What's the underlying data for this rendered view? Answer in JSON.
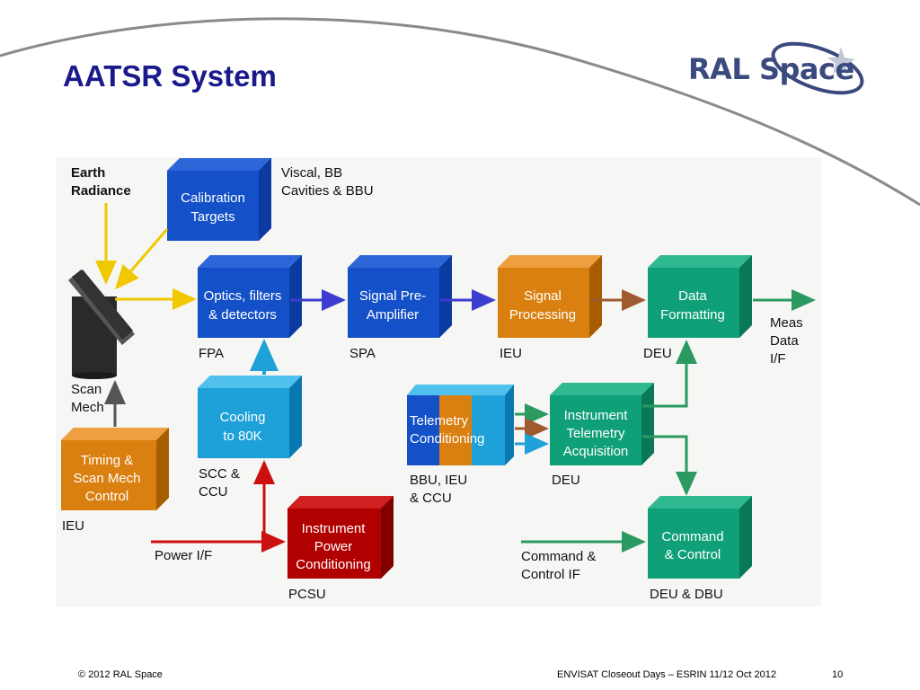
{
  "slide": {
    "title": "AATSR System",
    "logo": "RAL Space",
    "footer_left": "© 2012 RAL Space",
    "footer_center": "ENVISAT Closeout Days – ESRIN 11/12 Oct 2012",
    "page_number": "10"
  },
  "colors": {
    "title": "#1a1a8c",
    "blue_box": "#1450c8",
    "light_blue_box": "#1ea0d8",
    "orange_box": "#d98010",
    "green_box": "#10a078",
    "red_box": "#b00000",
    "yellow_arrow": "#f0c800",
    "blue_arrow": "#3c3cd0",
    "brown_arrow": "#a05a30",
    "green_arrow": "#2a9a60",
    "red_arrow": "#cc1010"
  },
  "diagram": {
    "earth_radiance": [
      "Earth",
      "Radiance"
    ],
    "scan_mech": [
      "Scan",
      "Mech"
    ],
    "calibration_targets": [
      "Calibration",
      "Targets"
    ],
    "calibration_note": [
      "Viscal, BB",
      "Cavities & BBU"
    ],
    "optics": [
      "Optics, filters",
      "& detectors"
    ],
    "fpa": "FPA",
    "signal_pre_amp": [
      "Signal Pre-",
      "Amplifier"
    ],
    "spa": "SPA",
    "signal_processing": [
      "Signal",
      "Processing"
    ],
    "ieu_1": "IEU",
    "data_formatting": [
      "Data",
      "Formatting"
    ],
    "deu_1": "DEU",
    "meas_data": [
      "Meas",
      "Data",
      "I/F"
    ],
    "cooling": [
      "Cooling",
      "to 80K"
    ],
    "scc_ccu": [
      "SCC &",
      "CCU"
    ],
    "telemetry_conditioning": [
      "Telemetry",
      "Conditioning"
    ],
    "bbu_ieu_ccu": [
      "BBU, IEU",
      "& CCU"
    ],
    "instrument_telemetry": [
      "Instrument",
      "Telemetry",
      "Acquisition"
    ],
    "deu_2": "DEU",
    "timing_scan": [
      "Timing &",
      "Scan Mech",
      "Control"
    ],
    "ieu_2": "IEU",
    "instrument_power": [
      "Instrument",
      "Power",
      "Conditioning"
    ],
    "pcsu": "PCSU",
    "power_if": "Power I/F",
    "command_control_if": [
      "Command &",
      "Control IF"
    ],
    "command_control": [
      "Command",
      "& Control"
    ],
    "deu_dbu": "DEU & DBU"
  }
}
